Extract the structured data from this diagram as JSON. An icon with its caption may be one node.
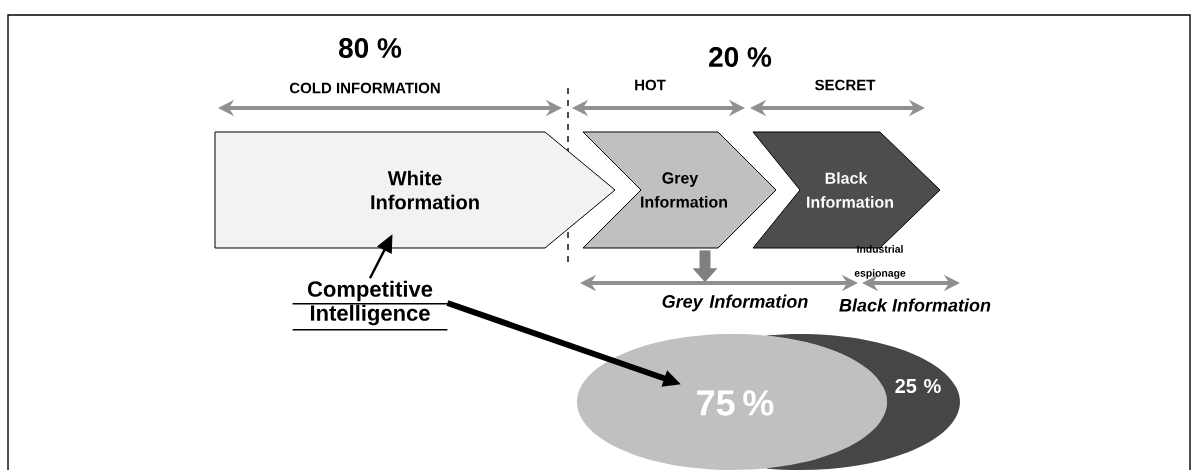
{
  "diagram": {
    "nodes": [
      {
        "text": [
          "White Information"
        ]
      },
      {
        "text": [
          "Grey Information"
        ]
      },
      {
        "text": [
          "Black Information"
        ]
      },
      {
        "text": [
          "Competitive Intelligence"
        ]
      },
      {
        "text": [
          "75 %"
        ]
      },
      {
        "text": [
          "25 %"
        ]
      },
      {
        "text": [
          "Grey Information"
        ]
      }
    ],
    "edges": [
      {
        "from": 3,
        "to": 0,
        "arrow": "to"
      },
      {
        "from": 3,
        "to": 4,
        "arrow": "to"
      },
      {
        "from": 1,
        "to": 6,
        "arrow": "to",
        "style": "thick",
        "color": "#808080"
      }
    ],
    "labels": [
      "80 %",
      "COLD INFORMATION",
      "20 %",
      "HOT",
      "SECRET",
      "Industrial espionage",
      "Black Information"
    ]
  }
}
